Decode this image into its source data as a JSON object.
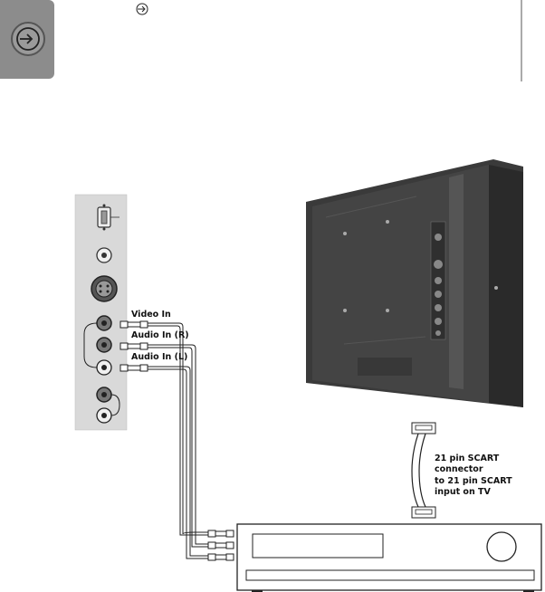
{
  "side_tab": {
    "icon": "input-source-icon",
    "color": "#8c8c8c"
  },
  "header": {
    "icon": "input-source-icon"
  },
  "cables": {
    "video_label": "Video In",
    "audio_r_label": "Audio In (R)",
    "audio_l_label": "Audio In (L)"
  },
  "scart": {
    "line1": "21 pin SCART",
    "line2": "connector",
    "line3": "to 21 pin SCART",
    "line4": "input on TV"
  },
  "colors": {
    "panel": "#d9d9d9",
    "tv_body": "#3a3a3a",
    "line": "#222222"
  }
}
